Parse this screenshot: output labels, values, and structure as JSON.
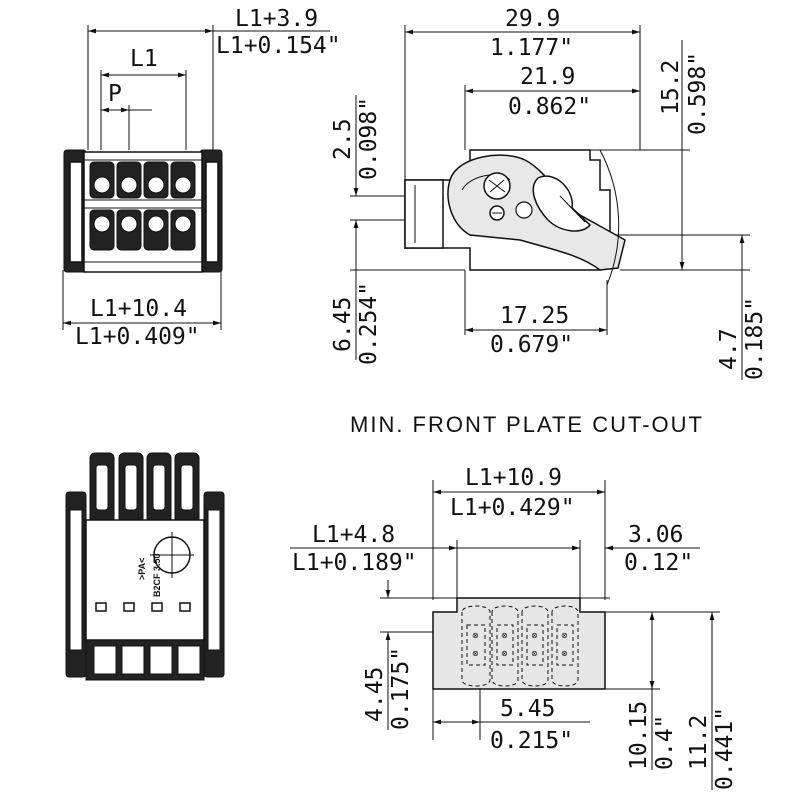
{
  "front_view": {
    "width_total": "L1+3.9",
    "width_total_in": "L1+0.154\"",
    "pitch_span": "L1",
    "pitch": "P",
    "width_bottom": "L1+10.4",
    "width_bottom_in": "L1+0.409\""
  },
  "side_view": {
    "length": "29.9",
    "length_in": "1.177\"",
    "body_length": "21.9",
    "body_length_in": "0.862\"",
    "height": "15.2",
    "height_in": "0.598\"",
    "pin_offset": "2.5",
    "pin_offset_in": "0.098\"",
    "lower_offset": "6.45",
    "lower_offset_in": "0.254\"",
    "base_length": "17.25",
    "base_length_in": "0.679\"",
    "right_offset": "4.7",
    "right_offset_in": "0.185\""
  },
  "rear_view": {
    "label_line1": "B2CF 3.50",
    "label_line2": ">PA<"
  },
  "cutout": {
    "title": "MIN. FRONT PLATE CUT-OUT",
    "width": "L1+10.9",
    "width_in": "L1+0.429\"",
    "left_offset": "L1+4.8",
    "left_offset_in": "L1+0.189\"",
    "right_offset": "3.06",
    "right_offset_in": "0.12\"",
    "height_small": "4.45",
    "height_small_in": "0.175\"",
    "bottom_width": "5.45",
    "bottom_width_in": "0.215\"",
    "height_mid": "10.15",
    "height_mid_in": "0.4\"",
    "height_full": "11.2",
    "height_full_in": "0.441\""
  }
}
